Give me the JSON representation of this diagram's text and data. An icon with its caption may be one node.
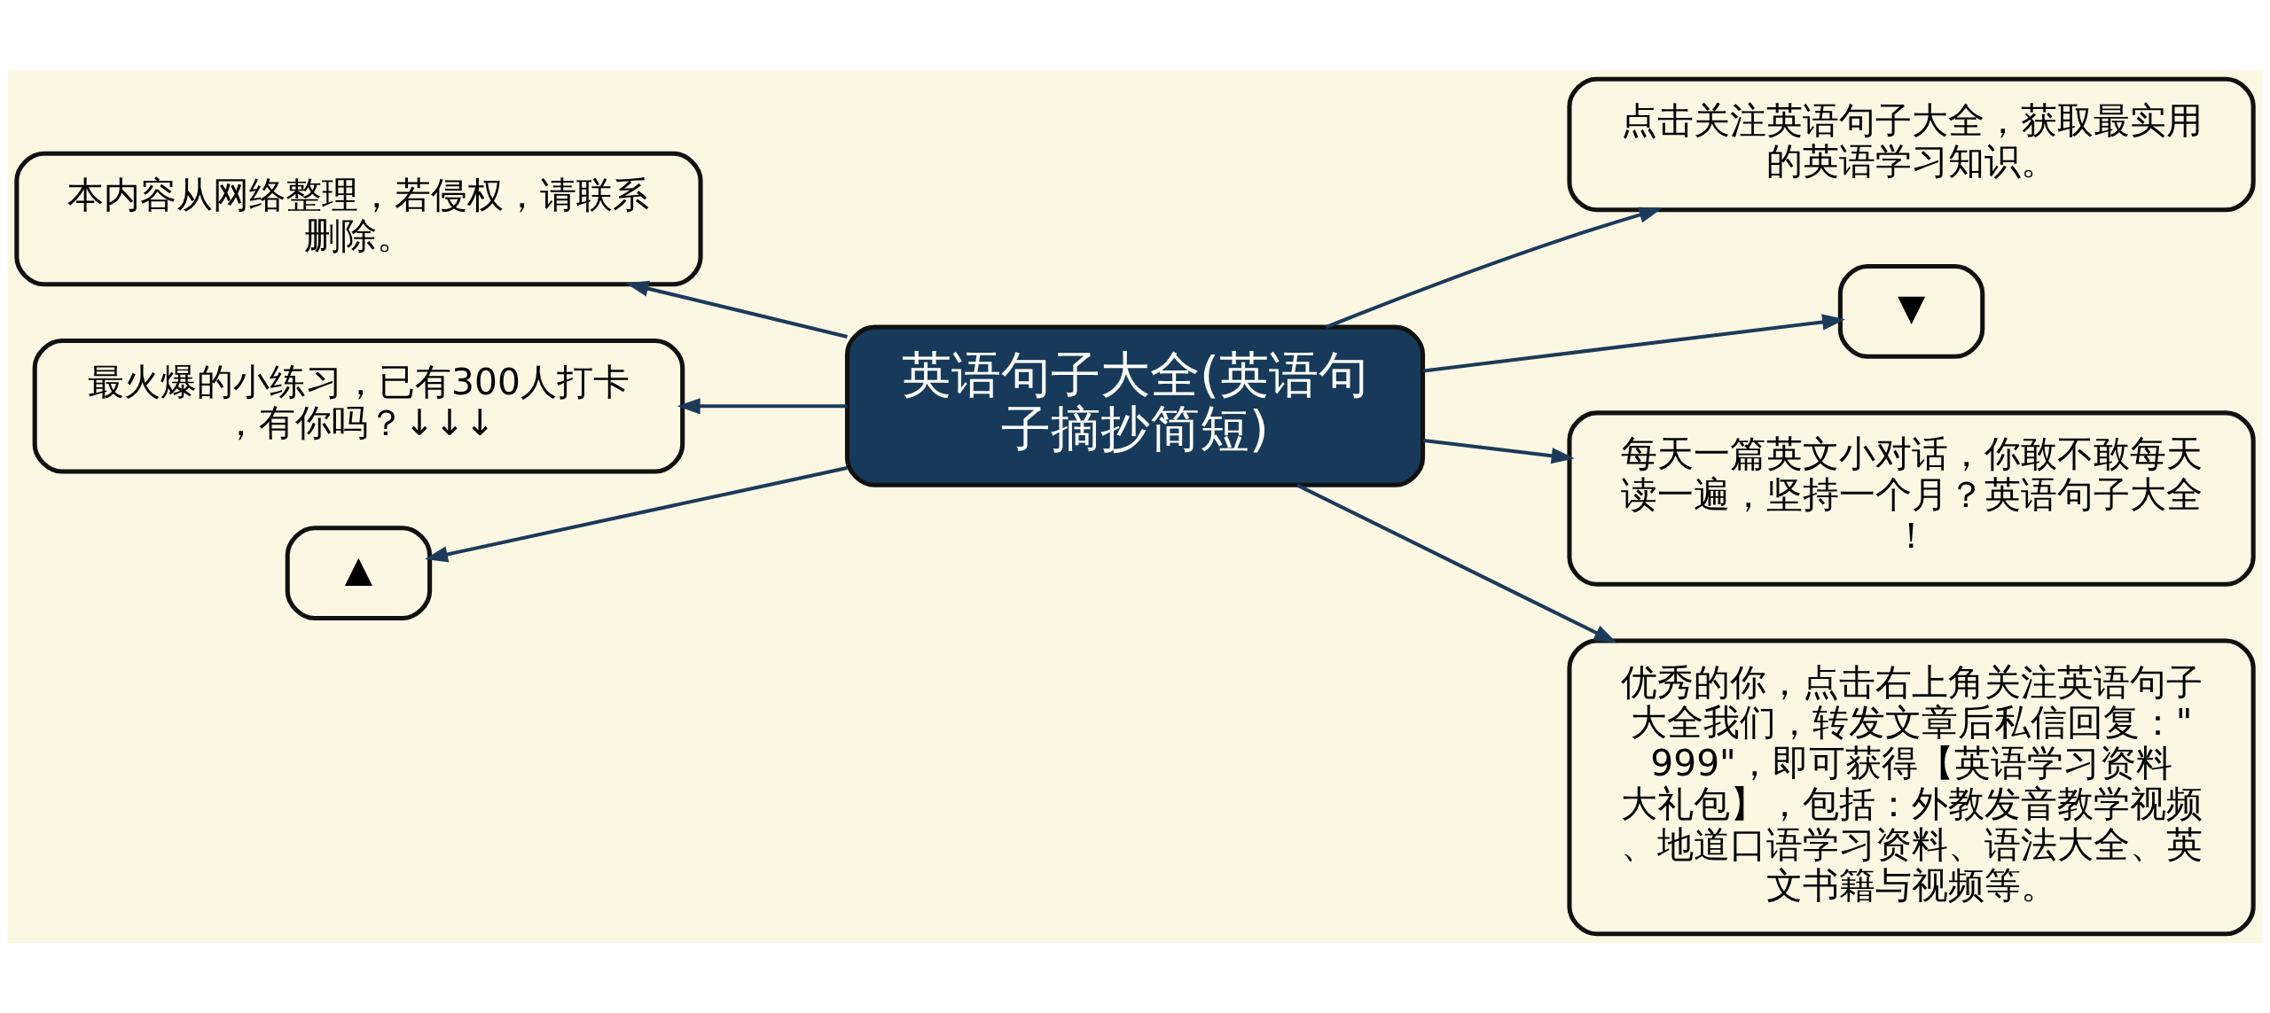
{
  "diagram": {
    "nodes": [
      {
        "text": [
          "英语句子大全(英语句子摘抄简短)"
        ]
      },
      {
        "text": [
          "本内容从网络整理，若侵权，请联系删除。"
        ]
      },
      {
        "text": [
          "最火爆的小练习，已有300人打卡，有你吗？↓↓↓"
        ]
      },
      {
        "text": [
          "▲"
        ]
      },
      {
        "text": [
          "点击关注英语句子大全，获取最实用的英语学习知识。"
        ]
      },
      {
        "text": [
          "▼"
        ]
      },
      {
        "text": [
          "每天一篇英文小对话，你敢不敢每天读一遍，坚持一个月？英语句子大全！"
        ]
      },
      {
        "text": [
          "优秀的你，点击右上角关注英语句子大全我们，转发文章后私信回复：\"999\"，即可获得【英语学习资料大礼包】，包括：外教发音教学视频、地道口语学习资料、语法大全、英文书籍与视频等。"
        ]
      }
    ],
    "edges": [
      {
        "from": 0,
        "to": 1,
        "arrow": "to"
      },
      {
        "from": 0,
        "to": 2,
        "arrow": "to"
      },
      {
        "from": 0,
        "to": 3,
        "arrow": "to"
      },
      {
        "from": 0,
        "to": 4,
        "arrow": "to"
      },
      {
        "from": 0,
        "to": 5,
        "arrow": "to"
      },
      {
        "from": 0,
        "to": 6,
        "arrow": "to"
      },
      {
        "from": 0,
        "to": 7,
        "arrow": "to"
      }
    ]
  }
}
